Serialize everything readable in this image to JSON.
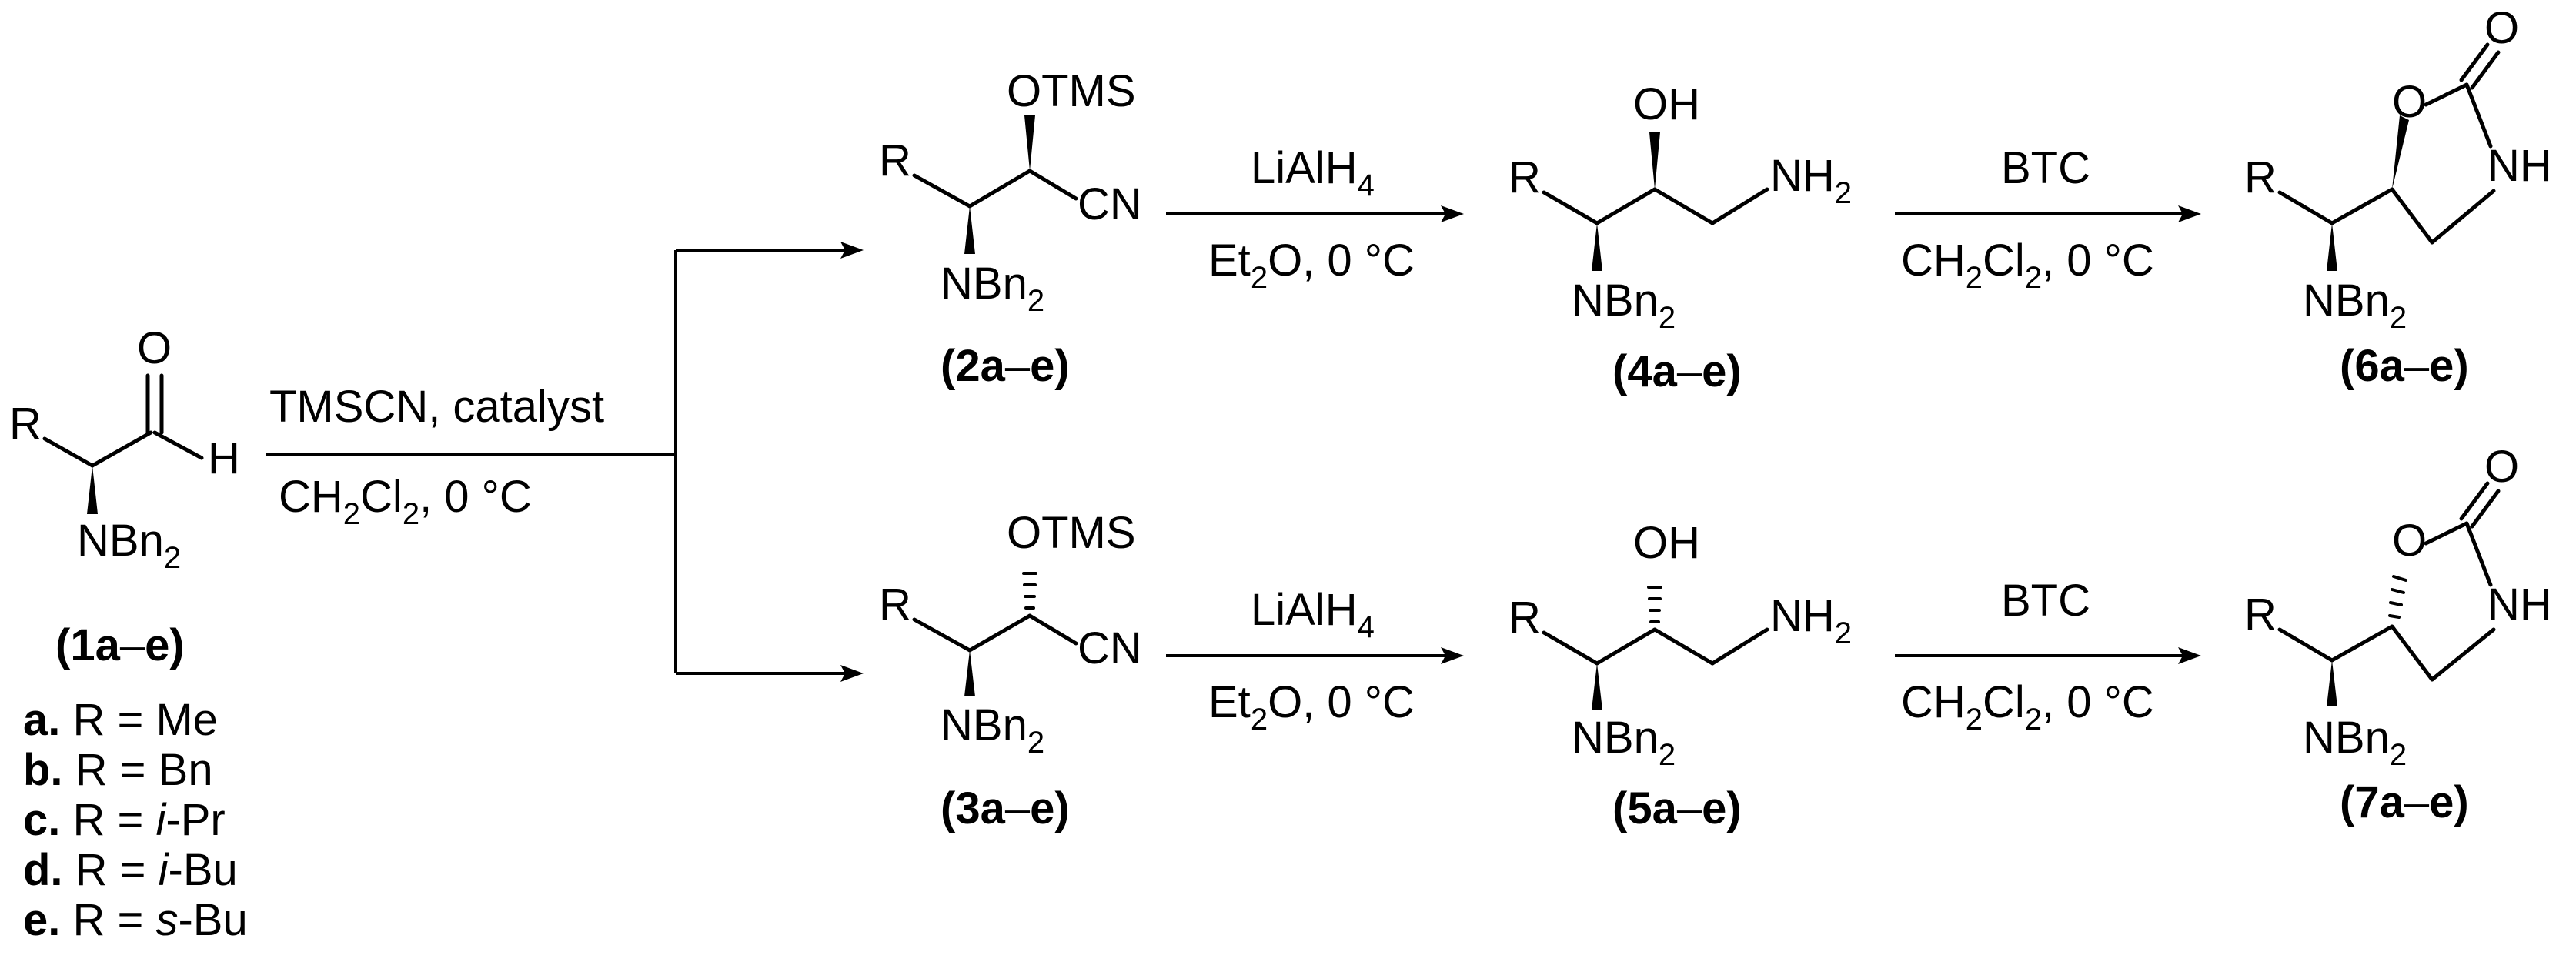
{
  "atoms": {
    "R": "R",
    "N": "N",
    "Bn": "Bn",
    "two": "2",
    "four": "4",
    "O": "O",
    "H": "H",
    "OTMS": "OTMS",
    "CN": "CN",
    "OH": "OH",
    "NH": "NH",
    "NH2_main": "NH",
    "NH2_sub": "2"
  },
  "compounds": {
    "c1": {
      "open": "(",
      "num": "1",
      "letters": "a",
      "dash": "–",
      "end": "e",
      "close": ")"
    },
    "c2": {
      "open": "(",
      "num": "2",
      "letters": "a",
      "dash": "–",
      "end": "e",
      "close": ")"
    },
    "c3": {
      "open": "(",
      "num": "3",
      "letters": "a",
      "dash": "–",
      "end": "e",
      "close": ")"
    },
    "c4": {
      "open": "(",
      "num": "4",
      "letters": "a",
      "dash": "–",
      "end": "e",
      "close": ")"
    },
    "c5": {
      "open": "(",
      "num": "5",
      "letters": "a",
      "dash": "–",
      "end": "e",
      "close": ")"
    },
    "c6": {
      "open": "(",
      "num": "6",
      "letters": "a",
      "dash": "–",
      "end": "e",
      "close": ")"
    },
    "c7": {
      "open": "(",
      "num": "7",
      "letters": "a",
      "dash": "–",
      "end": "e",
      "close": ")"
    }
  },
  "conditions": {
    "step1_top": "TMSCN, catalyst",
    "step1_bottom_a": "CH",
    "step1_bottom_b": "Cl",
    "step1_bottom_c": ", 0 °C",
    "lialh4_a": "LiAlH",
    "et2o_a": "Et",
    "et2o_b": "O, 0 °C",
    "btc": "BTC",
    "dcm_a": "CH",
    "dcm_b": "Cl",
    "dcm_c": ", 0 °C"
  },
  "substituents": [
    {
      "key": "a.",
      "pre": " R = ",
      "val": "Me",
      "italic": ""
    },
    {
      "key": "b.",
      "pre": " R = ",
      "val": "Bn",
      "italic": ""
    },
    {
      "key": "c.",
      "pre": " R = ",
      "italic": "i",
      "val": "-Pr"
    },
    {
      "key": "d.",
      "pre": " R = ",
      "italic": "i",
      "val": "-Bu"
    },
    {
      "key": "e.",
      "pre": " R = ",
      "italic": "s",
      "val": "-Bu"
    }
  ]
}
